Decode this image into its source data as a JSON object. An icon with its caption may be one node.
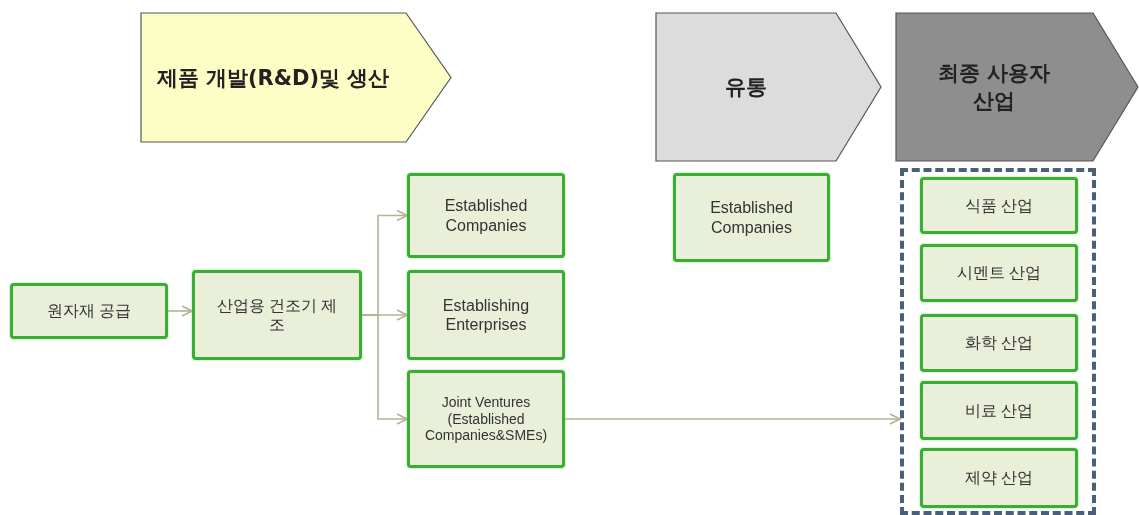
{
  "diagram": {
    "nodes": [
      {
        "text": [
          "제품 개발(R&D)및 생산"
        ]
      },
      {
        "text": [
          "유통"
        ]
      },
      {
        "text": [
          "최종 사용자 산업"
        ]
      },
      {
        "text": [
          "원자재 공급"
        ]
      },
      {
        "text": [
          "산업용 건조기 제조"
        ]
      },
      {
        "text": [
          "Established Companies"
        ]
      },
      {
        "text": [
          "Establishing Enterprises"
        ]
      },
      {
        "text": [
          "Joint Ventures (Established Companies&SMEs)"
        ]
      },
      {
        "text": [
          "Established Companies"
        ]
      },
      {
        "text": [],
        "shape": "box"
      },
      {
        "text": [
          "식품 산업"
        ],
        "in": 9
      },
      {
        "text": [
          "시멘트 산업"
        ],
        "in": 9
      },
      {
        "text": [
          "화학 산업"
        ],
        "in": 9
      },
      {
        "text": [
          "비료 산업"
        ],
        "in": 9
      },
      {
        "text": [
          "제약 산업"
        ],
        "in": 9
      }
    ],
    "edges": [
      {
        "from": 3,
        "to": 4,
        "arrow": "to"
      },
      {
        "from": 4,
        "to": 5,
        "arrow": "to"
      },
      {
        "from": 4,
        "to": 6,
        "arrow": "to"
      },
      {
        "from": 4,
        "to": 7,
        "arrow": "to"
      },
      {
        "from": 7,
        "to": 9,
        "arrow": "to"
      }
    ]
  }
}
